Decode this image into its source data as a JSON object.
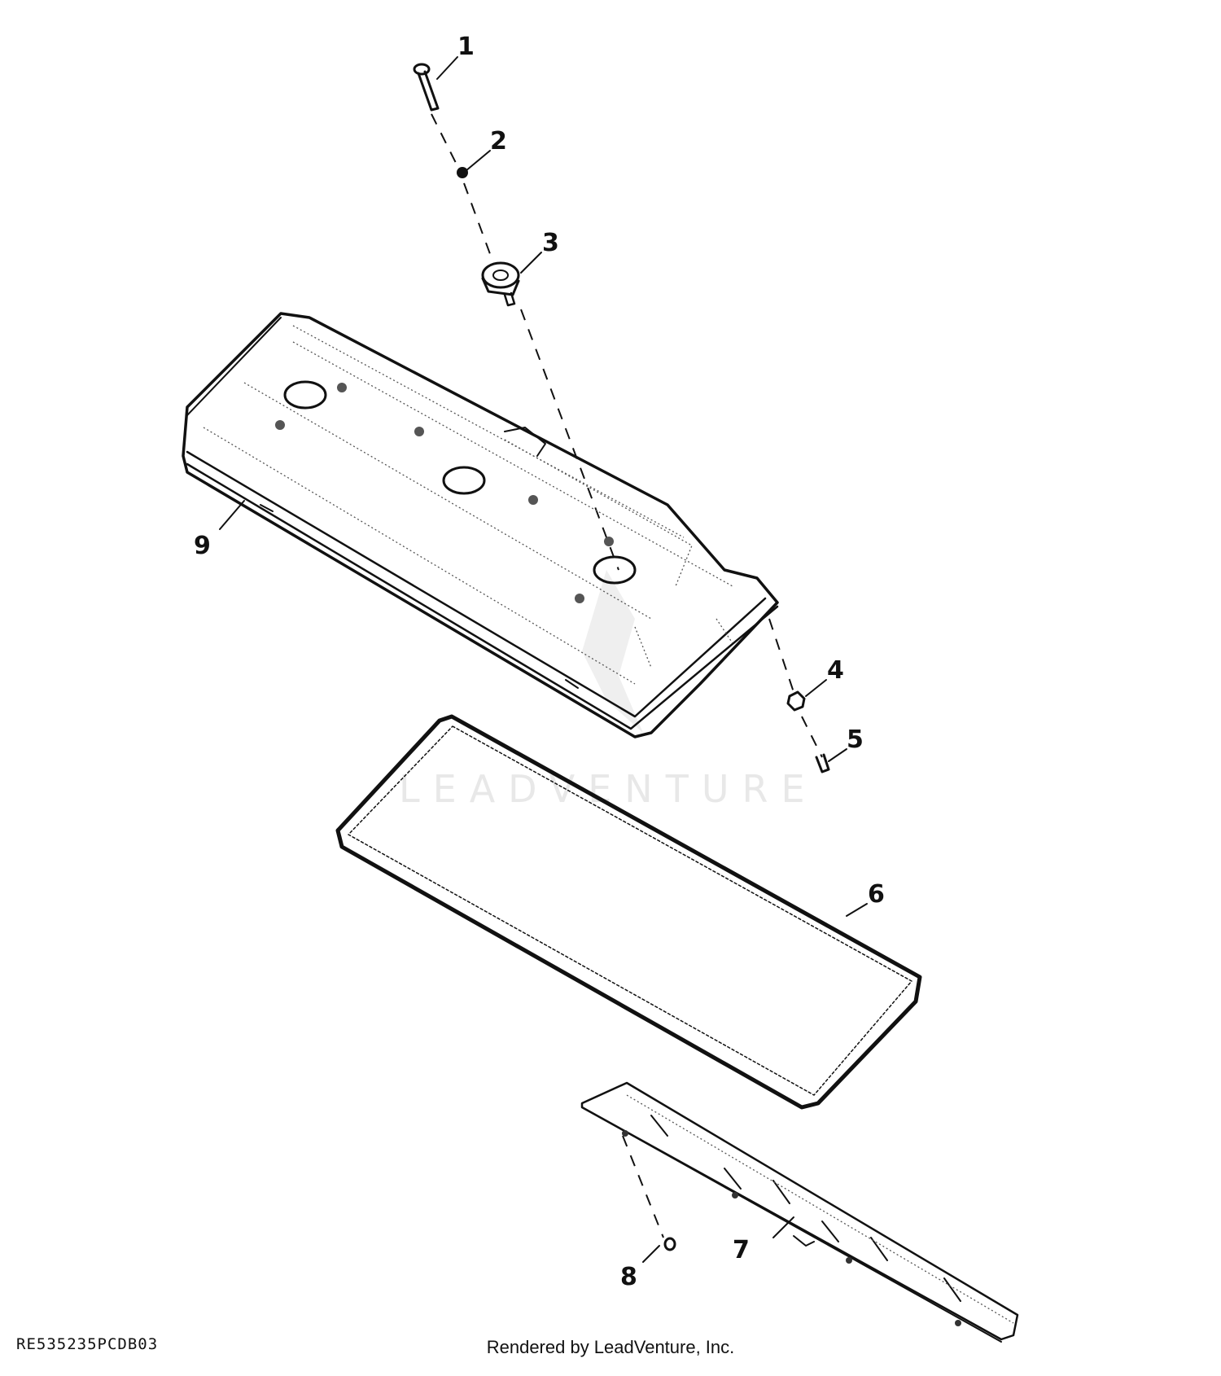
{
  "callouts": [
    "1",
    "2",
    "3",
    "4",
    "5",
    "6",
    "7",
    "8",
    "9"
  ],
  "drawing_id": "RE535235PCDB03",
  "credit": "Rendered by LeadVenture, Inc.",
  "watermark": "LEADVENTURE"
}
